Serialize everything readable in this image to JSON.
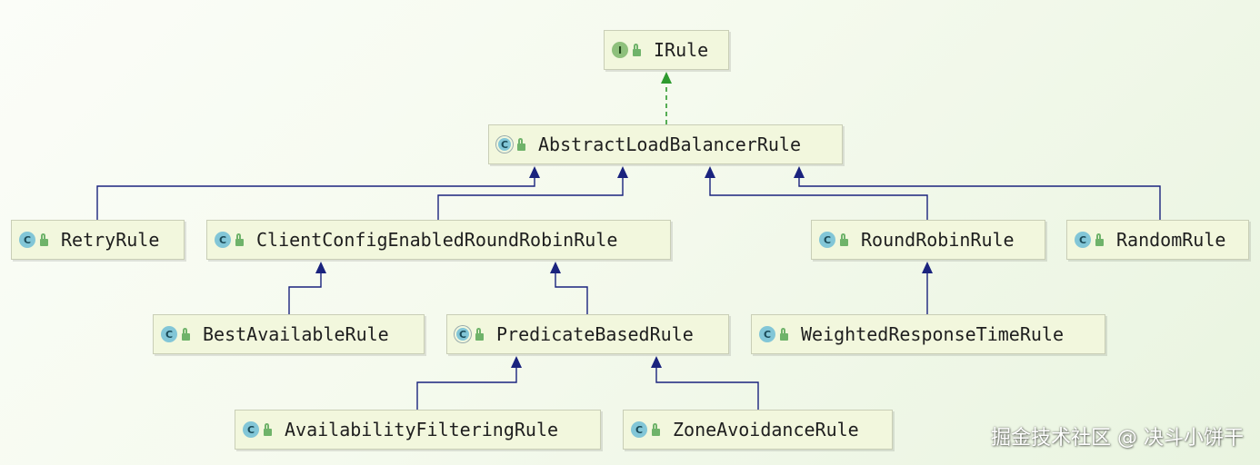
{
  "nodes": {
    "irule": {
      "name": "IRule",
      "kind": "interface"
    },
    "abstract_lb_rule": {
      "name": "AbstractLoadBalancerRule",
      "kind": "abstract"
    },
    "retry_rule": {
      "name": "RetryRule",
      "kind": "class"
    },
    "client_config_rr_rule": {
      "name": "ClientConfigEnabledRoundRobinRule",
      "kind": "class"
    },
    "round_robin_rule": {
      "name": "RoundRobinRule",
      "kind": "class"
    },
    "random_rule": {
      "name": "RandomRule",
      "kind": "class"
    },
    "best_available_rule": {
      "name": "BestAvailableRule",
      "kind": "class"
    },
    "predicate_based_rule": {
      "name": "PredicateBasedRule",
      "kind": "abstract"
    },
    "weighted_response_time_rule": {
      "name": "WeightedResponseTimeRule",
      "kind": "class"
    },
    "availability_filtering_rule": {
      "name": "AvailabilityFilteringRule",
      "kind": "class"
    },
    "zone_avoidance_rule": {
      "name": "ZoneAvoidanceRule",
      "kind": "class"
    }
  },
  "edges": [
    {
      "from": "abstract_lb_rule",
      "to": "irule",
      "type": "implements"
    },
    {
      "from": "retry_rule",
      "to": "abstract_lb_rule",
      "type": "extends"
    },
    {
      "from": "client_config_rr_rule",
      "to": "abstract_lb_rule",
      "type": "extends"
    },
    {
      "from": "round_robin_rule",
      "to": "abstract_lb_rule",
      "type": "extends"
    },
    {
      "from": "random_rule",
      "to": "abstract_lb_rule",
      "type": "extends"
    },
    {
      "from": "best_available_rule",
      "to": "client_config_rr_rule",
      "type": "extends"
    },
    {
      "from": "predicate_based_rule",
      "to": "client_config_rr_rule",
      "type": "extends"
    },
    {
      "from": "weighted_response_time_rule",
      "to": "round_robin_rule",
      "type": "extends"
    },
    {
      "from": "availability_filtering_rule",
      "to": "predicate_based_rule",
      "type": "extends"
    },
    {
      "from": "zone_avoidance_rule",
      "to": "predicate_based_rule",
      "type": "extends"
    }
  ],
  "icons": {
    "class": "C",
    "abstract": "C",
    "interface": "I"
  },
  "colors": {
    "extends_line": "#1a237e",
    "implements_line": "#2e9a2e",
    "box_fill": "#f2f7dd"
  },
  "watermark": "掘金技术社区 @ 决斗小饼干"
}
